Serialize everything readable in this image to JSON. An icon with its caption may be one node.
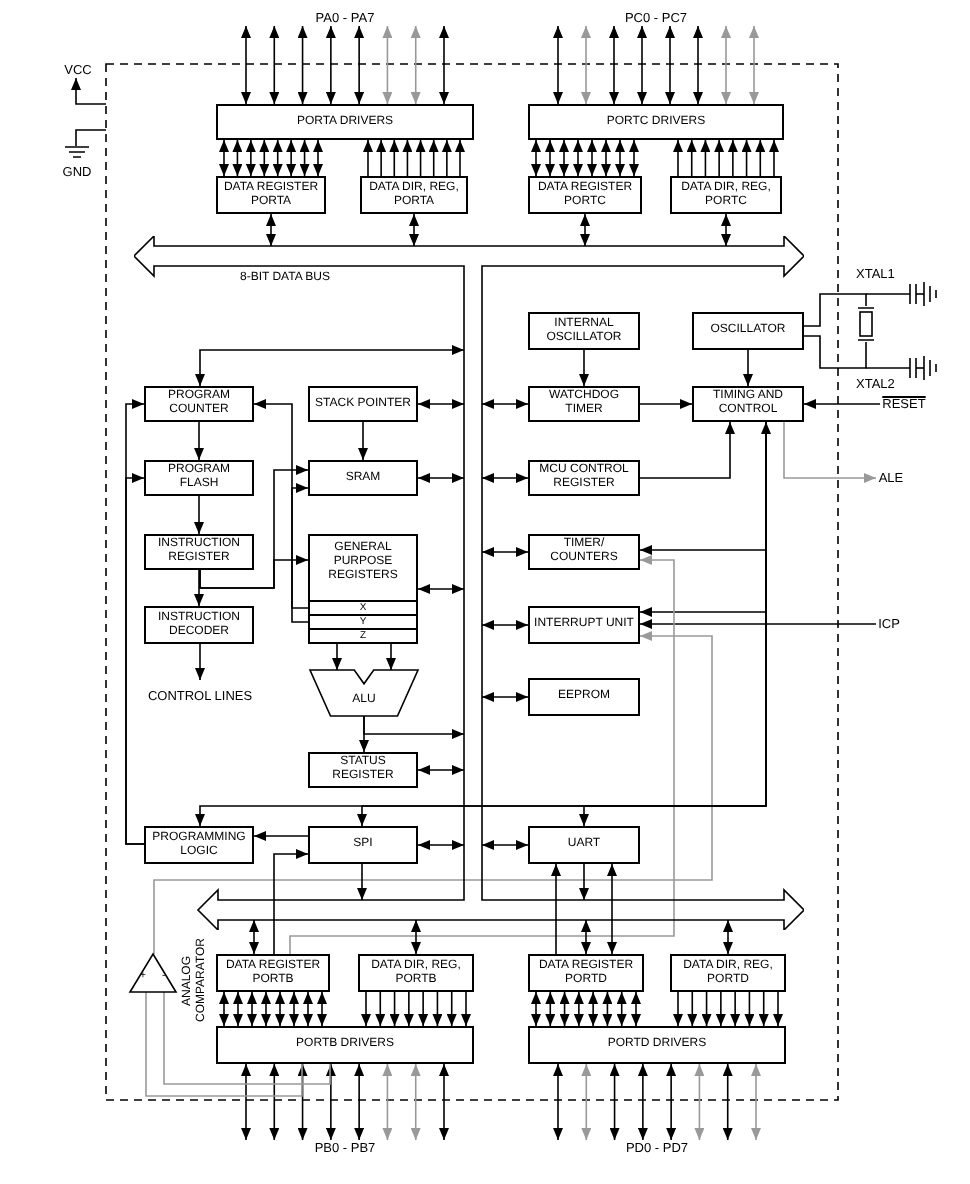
{
  "diagram": {
    "nodes": [
      {
        "text": [
          "PORTA DRIVERS"
        ]
      },
      {
        "text": [
          "DATA REGISTER PORTA"
        ]
      },
      {
        "text": [
          "DATA DIR, REG, PORTA"
        ]
      },
      {
        "text": [
          "PORTC DRIVERS"
        ]
      },
      {
        "text": [
          "DATA REGISTER PORTC"
        ]
      },
      {
        "text": [
          "DATA DIR, REG, PORTC"
        ]
      },
      {
        "text": [
          "VCC"
        ]
      },
      {
        "text": [
          "GND"
        ]
      },
      {
        "text": [
          "8-BIT DATA BUS"
        ]
      },
      {
        "text": [
          "INTERNAL OSCILLATOR"
        ]
      },
      {
        "text": [
          "OSCILLATOR"
        ]
      },
      {
        "text": [
          "PROGRAM COUNTER"
        ]
      },
      {
        "text": [
          "STACK POINTER"
        ]
      },
      {
        "text": [
          "WATCHDOG TIMER"
        ]
      },
      {
        "text": [
          "TIMING AND CONTROL"
        ]
      },
      {
        "text": [
          "RESET"
        ]
      },
      {
        "text": [
          "PROGRAM FLASH"
        ]
      },
      {
        "text": [
          "SRAM"
        ]
      },
      {
        "text": [
          "MCU CONTROL REGISTER"
        ]
      },
      {
        "text": [
          "ALE"
        ]
      },
      {
        "text": [
          "INSTRUCTION REGISTER"
        ]
      },
      {
        "text": [
          "GENERAL PURPOSE REGISTERS"
        ]
      },
      {
        "text": [
          "X"
        ],
        "in": 21
      },
      {
        "text": [
          "Y"
        ],
        "in": 21
      },
      {
        "text": [
          "Z"
        ],
        "in": 21
      },
      {
        "text": [
          "TIMER/ COUNTERS"
        ]
      },
      {
        "text": [
          "INSTRUCTION DECODER"
        ]
      },
      {
        "text": [
          "INTERRUPT UNIT"
        ]
      },
      {
        "text": [
          "ICP"
        ]
      },
      {
        "text": [
          "CONTROL LINES"
        ]
      },
      {
        "text": [
          "ALU"
        ]
      },
      {
        "text": [
          "EEPROM"
        ]
      },
      {
        "text": [
          "STATUS REGISTER"
        ]
      },
      {
        "text": [
          "PROGRAMMING LOGIC"
        ]
      },
      {
        "text": [
          "SPI"
        ]
      },
      {
        "text": [
          "UART"
        ]
      },
      {
        "text": [],
        "shape": "triangle",
        "beside": [
          "ANALOG COMPARATOR"
        ]
      },
      {
        "text": [
          "DATA REGISTER PORTB"
        ]
      },
      {
        "text": [
          "DATA DIR, REG, PORTB"
        ]
      },
      {
        "text": [
          "DATA REGISTER PORTD"
        ]
      },
      {
        "text": [
          "DATA DIR, REG, PORTD"
        ]
      },
      {
        "text": [
          "PORTB DRIVERS"
        ]
      },
      {
        "text": [
          "PORTD DRIVERS"
        ]
      },
      {
        "text": [
          "PA0 - PA7"
        ]
      },
      {
        "text": [
          "PC0 - PC7"
        ]
      },
      {
        "text": [
          "PB0 - PB7"
        ]
      },
      {
        "text": [
          "PD0 - PD7"
        ]
      },
      {
        "text": [],
        "shape": "crystal"
      }
    ],
    "edges": [
      {
        "from": 0,
        "to": 43,
        "arrow": "both"
      },
      {
        "from": 0,
        "to": 43,
        "arrow": "both"
      },
      {
        "from": 0,
        "to": 43,
        "arrow": "both"
      },
      {
        "from": 0,
        "to": 43,
        "arrow": "both"
      },
      {
        "from": 0,
        "to": 43,
        "arrow": "both"
      },
      {
        "from": 0,
        "to": 43,
        "arrow": "both",
        "color": "#999999"
      },
      {
        "from": 0,
        "to": 43,
        "arrow": "both",
        "color": "#999999"
      },
      {
        "from": 0,
        "to": 43,
        "arrow": "both"
      },
      {
        "from": 0,
        "to": 1,
        "arrow": "both"
      },
      {
        "from": 0,
        "to": 1,
        "arrow": "both"
      },
      {
        "from": 0,
        "to": 1,
        "arrow": "both"
      },
      {
        "from": 0,
        "to": 1,
        "arrow": "both"
      },
      {
        "from": 0,
        "to": 1,
        "arrow": "both"
      },
      {
        "from": 0,
        "to": 1,
        "arrow": "both"
      },
      {
        "from": 0,
        "to": 1,
        "arrow": "both"
      },
      {
        "from": 0,
        "to": 1,
        "arrow": "both"
      },
      {
        "from": 2,
        "to": 0,
        "arrow": "to"
      },
      {
        "from": 2,
        "to": 0,
        "arrow": "to"
      },
      {
        "from": 2,
        "to": 0,
        "arrow": "to"
      },
      {
        "from": 2,
        "to": 0,
        "arrow": "to"
      },
      {
        "from": 2,
        "to": 0,
        "arrow": "to"
      },
      {
        "from": 2,
        "to": 0,
        "arrow": "to"
      },
      {
        "from": 2,
        "to": 0,
        "arrow": "to"
      },
      {
        "from": 2,
        "to": 0,
        "arrow": "to"
      },
      {
        "from": 1,
        "to": 8,
        "arrow": "both"
      },
      {
        "from": 2,
        "to": 8,
        "arrow": "both"
      },
      {
        "from": 3,
        "to": 44,
        "arrow": "both"
      },
      {
        "from": 3,
        "to": 44,
        "arrow": "both",
        "color": "#999999"
      },
      {
        "from": 3,
        "to": 44,
        "arrow": "both"
      },
      {
        "from": 3,
        "to": 44,
        "arrow": "both"
      },
      {
        "from": 3,
        "to": 44,
        "arrow": "both"
      },
      {
        "from": 3,
        "to": 44,
        "arrow": "both"
      },
      {
        "from": 3,
        "to": 44,
        "arrow": "both",
        "color": "#999999"
      },
      {
        "from": 3,
        "to": 44,
        "arrow": "both",
        "color": "#999999"
      },
      {
        "from": 3,
        "to": 4,
        "arrow": "both"
      },
      {
        "from": 3,
        "to": 4,
        "arrow": "both"
      },
      {
        "from": 3,
        "to": 4,
        "arrow": "both"
      },
      {
        "from": 3,
        "to": 4,
        "arrow": "both"
      },
      {
        "from": 3,
        "to": 4,
        "arrow": "both"
      },
      {
        "from": 3,
        "to": 4,
        "arrow": "both"
      },
      {
        "from": 3,
        "to": 4,
        "arrow": "both"
      },
      {
        "from": 3,
        "to": 4,
        "arrow": "both"
      },
      {
        "from": 5,
        "to": 3,
        "arrow": "to"
      },
      {
        "from": 5,
        "to": 3,
        "arrow": "to"
      },
      {
        "from": 5,
        "to": 3,
        "arrow": "to"
      },
      {
        "from": 5,
        "to": 3,
        "arrow": "to"
      },
      {
        "from": 5,
        "to": 3,
        "arrow": "to"
      },
      {
        "from": 5,
        "to": 3,
        "arrow": "to"
      },
      {
        "from": 5,
        "to": 3,
        "arrow": "to"
      },
      {
        "from": 5,
        "to": 3,
        "arrow": "to"
      },
      {
        "from": 4,
        "to": 8,
        "arrow": "both"
      },
      {
        "from": 5,
        "to": 8,
        "arrow": "both"
      },
      {
        "from": null,
        "to": 6,
        "arrow": "to"
      },
      {
        "from": null,
        "to": 7,
        "arrow": "none"
      },
      {
        "from": 9,
        "to": 13,
        "arrow": "to"
      },
      {
        "from": 10,
        "to": 14,
        "arrow": "to"
      },
      {
        "from": 13,
        "to": 14,
        "arrow": "to"
      },
      {
        "from": 15,
        "to": 14,
        "arrow": "to"
      },
      {
        "from": 14,
        "to": 19,
        "arrow": "to",
        "color": "#999999"
      },
      {
        "from": 18,
        "to": 14,
        "arrow": "to"
      },
      {
        "from": 25,
        "to": 14,
        "arrow": "both"
      },
      {
        "from": 14,
        "to": 27,
        "arrow": "to"
      },
      {
        "from": 28,
        "to": 27,
        "arrow": "to"
      },
      {
        "from": 36,
        "to": 27,
        "arrow": "to",
        "color": "#999999"
      },
      {
        "from": 37,
        "to": 25,
        "arrow": "to",
        "color": "#999999"
      },
      {
        "from": 14,
        "to": 35,
        "arrow": "to"
      },
      {
        "from": 14,
        "to": 34,
        "arrow": "to"
      },
      {
        "from": 14,
        "to": 33,
        "arrow": "to"
      },
      {
        "from": 33,
        "to": 11,
        "arrow": "to"
      },
      {
        "from": 33,
        "to": 16,
        "arrow": "to"
      },
      {
        "from": 34,
        "to": 33,
        "arrow": "to"
      },
      {
        "from": 37,
        "to": 34,
        "arrow": "to"
      },
      {
        "from": 34,
        "to": 8,
        "arrow": "to"
      },
      {
        "from": 35,
        "to": 8,
        "arrow": "to"
      },
      {
        "from": 39,
        "to": 35,
        "arrow": "to"
      },
      {
        "from": 35,
        "to": 39,
        "arrow": "both"
      },
      {
        "from": 11,
        "to": 8,
        "arrow": "both"
      },
      {
        "from": 12,
        "to": 8,
        "arrow": "both"
      },
      {
        "from": 17,
        "to": 8,
        "arrow": "both"
      },
      {
        "from": 21,
        "to": 8,
        "arrow": "both"
      },
      {
        "from": 32,
        "to": 8,
        "arrow": "both"
      },
      {
        "from": 34,
        "to": 8,
        "arrow": "both"
      },
      {
        "from": 13,
        "to": 8,
        "arrow": "both"
      },
      {
        "from": 18,
        "to": 8,
        "arrow": "both"
      },
      {
        "from": 25,
        "to": 8,
        "arrow": "both"
      },
      {
        "from": 27,
        "to": 8,
        "arrow": "both"
      },
      {
        "from": 31,
        "to": 8,
        "arrow": "both"
      },
      {
        "from": 35,
        "to": 8,
        "arrow": "both"
      },
      {
        "from": 30,
        "to": 8,
        "arrow": "to"
      },
      {
        "from": 30,
        "to": 32,
        "arrow": "to"
      },
      {
        "from": 11,
        "to": 16,
        "arrow": "to"
      },
      {
        "from": 16,
        "to": 20,
        "arrow": "to"
      },
      {
        "from": 20,
        "to": 26,
        "arrow": "to"
      },
      {
        "from": 26,
        "to": 29,
        "arrow": "to"
      },
      {
        "from": 12,
        "to": 17,
        "arrow": "to"
      },
      {
        "from": 21,
        "to": 30,
        "arrow": "to"
      },
      {
        "from": 21,
        "to": 30,
        "arrow": "to"
      },
      {
        "from": 22,
        "to": 11,
        "arrow": "to"
      },
      {
        "from": 23,
        "to": 17,
        "arrow": "to"
      },
      {
        "from": 20,
        "to": 17,
        "arrow": "to"
      },
      {
        "from": 20,
        "to": 21,
        "arrow": "to"
      },
      {
        "from": 41,
        "to": 45,
        "arrow": "both"
      },
      {
        "from": 41,
        "to": 45,
        "arrow": "both"
      },
      {
        "from": 41,
        "to": 45,
        "arrow": "both"
      },
      {
        "from": 41,
        "to": 45,
        "arrow": "both"
      },
      {
        "from": 41,
        "to": 45,
        "arrow": "both"
      },
      {
        "from": 41,
        "to": 45,
        "arrow": "both",
        "color": "#999999"
      },
      {
        "from": 41,
        "to": 45,
        "arrow": "both",
        "color": "#999999"
      },
      {
        "from": 41,
        "to": 45,
        "arrow": "both"
      },
      {
        "from": 41,
        "to": 37,
        "arrow": "both"
      },
      {
        "from": 41,
        "to": 37,
        "arrow": "both"
      },
      {
        "from": 41,
        "to": 37,
        "arrow": "both"
      },
      {
        "from": 41,
        "to": 37,
        "arrow": "both"
      },
      {
        "from": 41,
        "to": 37,
        "arrow": "both"
      },
      {
        "from": 41,
        "to": 37,
        "arrow": "both"
      },
      {
        "from": 41,
        "to": 37,
        "arrow": "both"
      },
      {
        "from": 41,
        "to": 37,
        "arrow": "both"
      },
      {
        "from": 38,
        "to": 41,
        "arrow": "to"
      },
      {
        "from": 38,
        "to": 41,
        "arrow": "to"
      },
      {
        "from": 38,
        "to": 41,
        "arrow": "to"
      },
      {
        "from": 38,
        "to": 41,
        "arrow": "to"
      },
      {
        "from": 38,
        "to": 41,
        "arrow": "to"
      },
      {
        "from": 38,
        "to": 41,
        "arrow": "to"
      },
      {
        "from": 38,
        "to": 41,
        "arrow": "to"
      },
      {
        "from": 38,
        "to": 41,
        "arrow": "to"
      },
      {
        "from": 37,
        "to": 8,
        "arrow": "both"
      },
      {
        "from": 38,
        "to": 8,
        "arrow": "both"
      },
      {
        "from": 42,
        "to": 46,
        "arrow": "both"
      },
      {
        "from": 42,
        "to": 46,
        "arrow": "both",
        "color": "#999999"
      },
      {
        "from": 42,
        "to": 46,
        "arrow": "both"
      },
      {
        "from": 42,
        "to": 46,
        "arrow": "both"
      },
      {
        "from": 42,
        "to": 46,
        "arrow": "both"
      },
      {
        "from": 42,
        "to": 46,
        "arrow": "both",
        "color": "#999999"
      },
      {
        "from": 42,
        "to": 46,
        "arrow": "both"
      },
      {
        "from": 42,
        "to": 46,
        "arrow": "both",
        "color": "#999999"
      },
      {
        "from": 42,
        "to": 39,
        "arrow": "both"
      },
      {
        "from": 42,
        "to": 39,
        "arrow": "both"
      },
      {
        "from": 42,
        "to": 39,
        "arrow": "both"
      },
      {
        "from": 42,
        "to": 39,
        "arrow": "both"
      },
      {
        "from": 42,
        "to": 39,
        "arrow": "both"
      },
      {
        "from": 42,
        "to": 39,
        "arrow": "both"
      },
      {
        "from": 42,
        "to": 39,
        "arrow": "both"
      },
      {
        "from": 42,
        "to": 39,
        "arrow": "both"
      },
      {
        "from": 40,
        "to": 42,
        "arrow": "to"
      },
      {
        "from": 40,
        "to": 42,
        "arrow": "to"
      },
      {
        "from": 40,
        "to": 42,
        "arrow": "to"
      },
      {
        "from": 40,
        "to": 42,
        "arrow": "to"
      },
      {
        "from": 40,
        "to": 42,
        "arrow": "to"
      },
      {
        "from": 40,
        "to": 42,
        "arrow": "to"
      },
      {
        "from": 40,
        "to": 42,
        "arrow": "to"
      },
      {
        "from": 40,
        "to": 42,
        "arrow": "to"
      },
      {
        "from": 39,
        "to": 8,
        "arrow": "both"
      },
      {
        "from": 40,
        "to": 8,
        "arrow": "both"
      },
      {
        "from": 41,
        "to": 36,
        "arrow": "none",
        "color": "#999999"
      },
      {
        "from": 41,
        "to": 36,
        "arrow": "none",
        "color": "#999999"
      },
      {
        "from": 10,
        "to": 47,
        "arrow": "none"
      },
      {
        "from": 10,
        "to": 47,
        "arrow": "none"
      }
    ],
    "labels": [
      "XTAL1",
      "XTAL2",
      "+",
      "-"
    ]
  }
}
